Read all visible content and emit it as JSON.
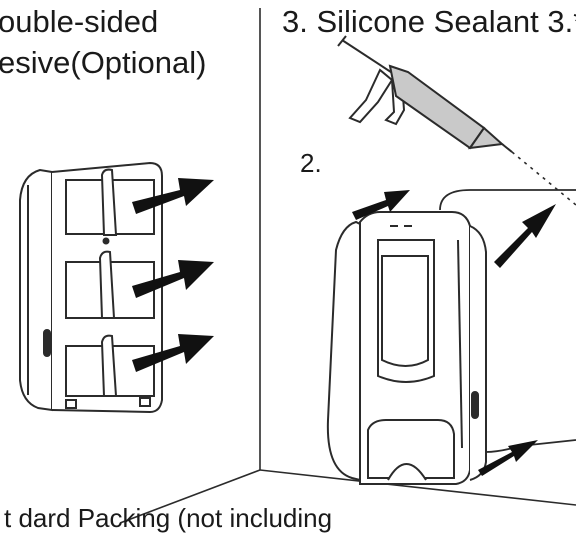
{
  "labels": {
    "left_line1": "ouble-sided",
    "left_line2": "esive(Optional)",
    "right_heading": "3. Silicone Sealant 3.",
    "right_heading_mark": "*",
    "step_two": "2.",
    "bottom_note": "t    dard Packing (not including"
  },
  "colors": {
    "ink": "#1a1a1a",
    "stroke": "#2b2b2b",
    "tube": "#c9c9c9"
  },
  "icons": {
    "caulk_gun": "caulking-gun-icon",
    "arrow": "black-arrow-icon"
  }
}
